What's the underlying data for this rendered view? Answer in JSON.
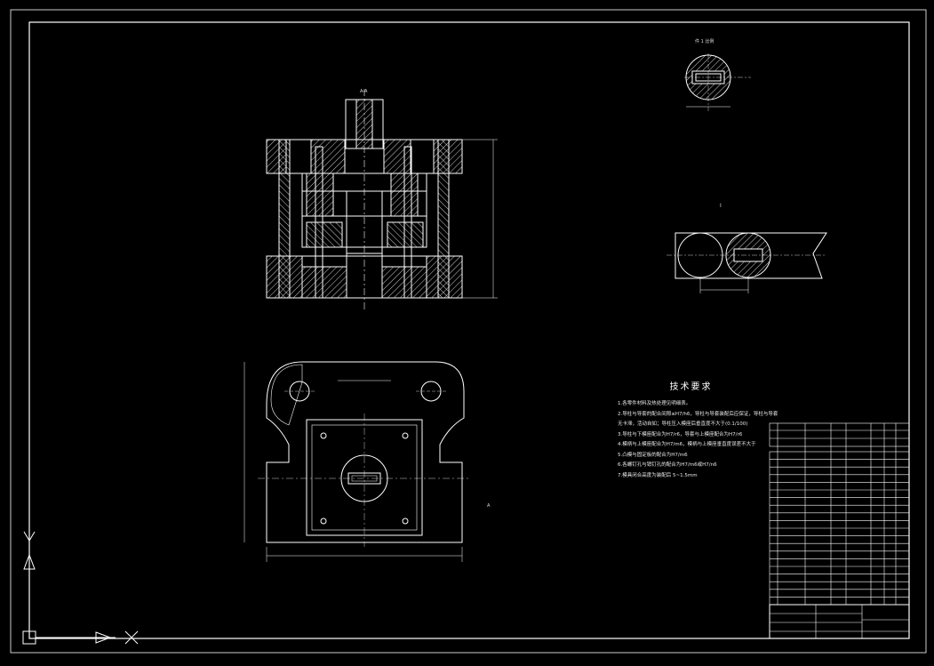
{
  "drawing": {
    "background": "#000000",
    "line_color": "#ffffff",
    "section_label_top": "A-A",
    "detail_label_right": "Ⅰ",
    "detail_label_top_right": "件 1  比例",
    "left_label_bottom_view": "A"
  },
  "technical_requirements": {
    "title": "技术要求",
    "lines": [
      "1.各零件材料及热处理见明细表。",
      "2.导柱与导套的配合间隙≤H7/h6，导柱与导套装配后应保证，导柱与导套",
      "  无卡滞，活动自如；导柱压入模座后垂直度不大于(0.1/100)",
      "3.导柱与下模座配合为H7/r6，导套与上模座配合为H7/r6",
      "4.模柄与上模座配合为H7/m6，模柄与上模座垂直度误差不大于",
      "5.凸模与固定板的配合为H7/m6",
      "6.各螺钉孔与销钉孔的配合为H7/m6或H7/n6",
      "7.模具闭合高度为装配后 5~1.5mm"
    ]
  },
  "bom": {
    "rows_count": 20
  },
  "icons": [
    "ucs-icon",
    "crosshair-icon"
  ]
}
